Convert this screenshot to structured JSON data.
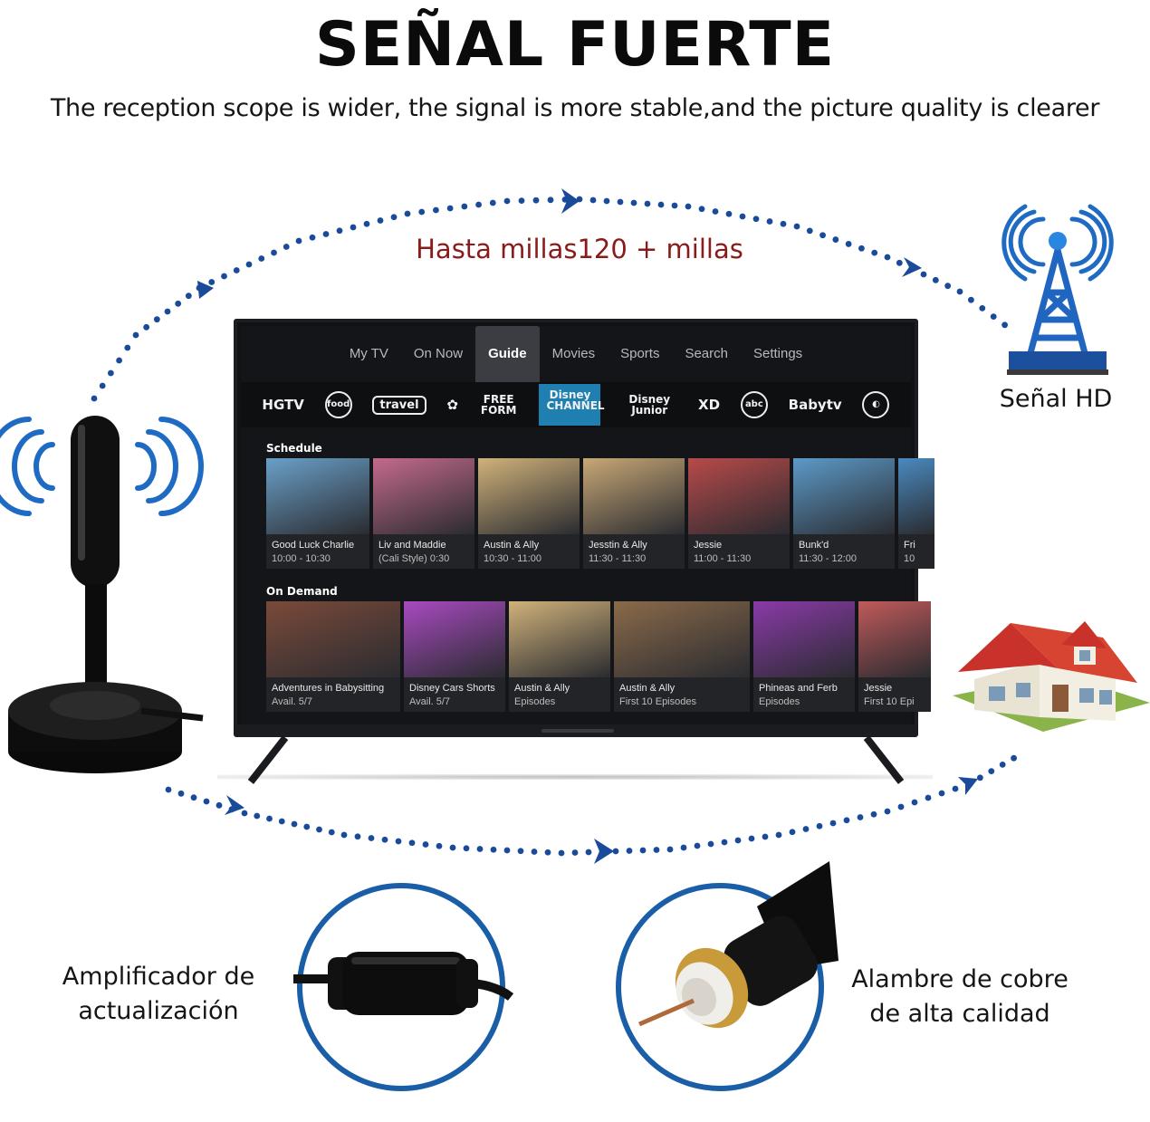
{
  "headline": "SEÑAL FUERTE",
  "subline": "The reception scope is wider, the signal is more stable,and the picture quality is clearer",
  "range_label": "Hasta millas120 + millas",
  "tower_label": "Señal HD",
  "accent_blue": "#1a5ea8",
  "range_color": "#8b1a1a",
  "tv": {
    "nav": [
      "My TV",
      "On Now",
      "Guide",
      "Movies",
      "Sports",
      "Search",
      "Settings"
    ],
    "nav_active": "Guide",
    "channels": [
      "HGTV",
      "food",
      "travel",
      "✿",
      "FREE FORM",
      "Disney CHANNEL",
      "Disney Junior",
      "XD",
      "abc",
      "Babytv",
      "◐"
    ],
    "schedule_title": "Schedule",
    "schedule": [
      {
        "title": "Good Luck Charlie",
        "time": "10:00 - 10:30",
        "color": "#6aa0c8"
      },
      {
        "title": "Liv and Maddie",
        "time": "(Cali Style) 0:30",
        "color": "#c46a8c"
      },
      {
        "title": "Austin & Ally",
        "time": "10:30 - 11:00",
        "color": "#d0b27a"
      },
      {
        "title": "Jesstin & Ally",
        "time": "11:30 - 11:30",
        "color": "#c8a876"
      },
      {
        "title": "Jessie",
        "time": "11:00 - 11:30",
        "color": "#b84a4a"
      },
      {
        "title": "Bunk'd",
        "time": "11:30 - 12:00",
        "color": "#5c9ac8"
      },
      {
        "title": "Fri",
        "time": "10",
        "color": "#4a8ac0"
      }
    ],
    "ondemand_title": "On Demand",
    "ondemand": [
      {
        "title": "Adventures in Babysitting",
        "sub": "Avail. 5/7",
        "color": "#7a4a3a"
      },
      {
        "title": "Disney Cars Shorts",
        "sub": "Avail. 5/7",
        "color": "#a84ac0"
      },
      {
        "title": "Austin & Ally",
        "sub": "Episodes",
        "color": "#d0b27a"
      },
      {
        "title": "Austin & Ally",
        "sub": "First 10 Episodes",
        "color": "#8a6a4a"
      },
      {
        "title": "Phineas and Ferb",
        "sub": "Episodes",
        "color": "#8a3aa8"
      },
      {
        "title": "Jessie",
        "sub": "First 10 Epi",
        "color": "#c05a5a"
      }
    ]
  },
  "features": {
    "amplifier": "Amplificador de actualización",
    "amplifier_line1": "Amplificador de",
    "amplifier_line2": "actualización",
    "cable_line1": "Alambre de cobre",
    "cable_line2": "de alta calidad"
  }
}
